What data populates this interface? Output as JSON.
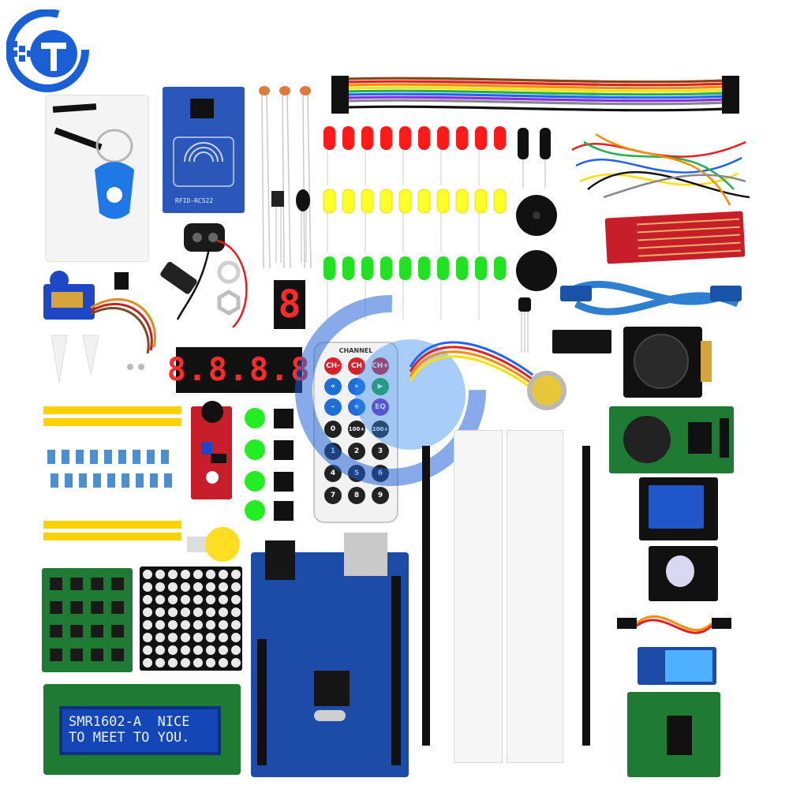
{
  "image": {
    "rfid": {
      "label": "RFID-RC522"
    },
    "lcd": {
      "line1": "SMR1602-A  NICE",
      "line2": "TO MEET TO YOU."
    },
    "remote": {
      "channel_label": "CHANNEL",
      "keys_row1": [
        "CH-",
        "CH",
        "CH+"
      ],
      "keys_row4": [
        "-",
        "+",
        "EQ"
      ],
      "numeric_keys": [
        "0",
        "100+",
        "200+",
        "1",
        "2",
        "3",
        "4",
        "5",
        "6",
        "7",
        "8",
        "9"
      ]
    },
    "seven_segment": {
      "single_digit": "8",
      "four_digit": "8.8.8.8"
    },
    "colors": {
      "logo_blue": "#1b5fd6",
      "board_blue": "#1c4ba8",
      "module_green": "#1f7a33",
      "led_red": "#ff1a1a",
      "led_yellow": "#ffff2a",
      "led_green": "#22e022"
    }
  }
}
